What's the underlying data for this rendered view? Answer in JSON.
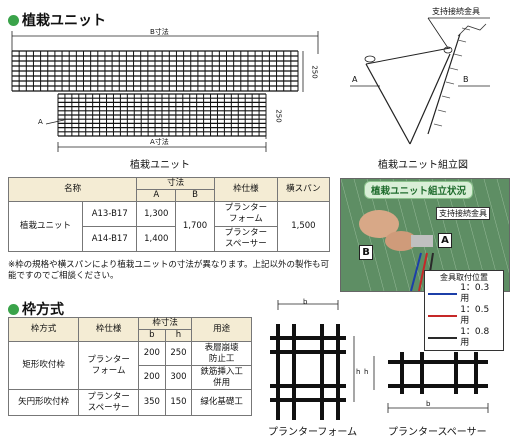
{
  "sections": {
    "planting_unit_title": "植栽ユニット",
    "frame_type_title": "枠方式"
  },
  "figure1": {
    "b_dim": "B寸法",
    "a_dim": "A寸法",
    "dim_250_top": "250",
    "dim_250_bottom": "250",
    "marker_a": "A",
    "caption": "植栽ユニット"
  },
  "figure2": {
    "support_label": "支持接続金具",
    "label_a": "A",
    "label_b": "B",
    "caption": "植栽ユニット組立図"
  },
  "unit_table": {
    "col_name": "名称",
    "col_dim": "寸法",
    "col_a": "A",
    "col_b": "B",
    "col_frame": "枠仕様",
    "col_span": "横スパン",
    "rows": [
      {
        "name": "植栽ユニット",
        "model": "A13-B17",
        "a": "1,300",
        "b": "1,700",
        "frame": "プランター\nフォーム",
        "span": "1,500"
      },
      {
        "model": "A14-B17",
        "a": "1,400",
        "frame": "プランター\nスペーサー"
      }
    ]
  },
  "note": "※枠の規格や横スパンにより植栽ユニットの寸法が異なります。上記以外の製作も可能ですのでご相談ください。",
  "photo": {
    "banner": "植栽ユニット組立状況",
    "support_label": "支持接続金具",
    "label_b": "B",
    "label_a": "A",
    "legend_title": "金具取付位置",
    "legend_rows": [
      "1：0.3 用",
      "1：0.5 用",
      "1：0.8 用"
    ],
    "wire_colors": [
      "#1c3fa8",
      "#c62828",
      "#2a2a2a"
    ]
  },
  "frame_table": {
    "col_method": "枠方式",
    "col_frame": "枠仕様",
    "col_dim": "枠寸法",
    "col_b": "b",
    "col_h": "h",
    "col_use": "用途",
    "rows": [
      {
        "method": "矩形吹付枠",
        "frame": "プランター\nフォーム",
        "b": "200",
        "h": "250",
        "use": "表層崩壊\n防止工"
      },
      {
        "b": "200",
        "h": "300",
        "use": "鉄筋挿入工\n併用"
      },
      {
        "method": "矢円形吹付枠",
        "frame": "プランター\nスペーサー",
        "b": "350",
        "h": "150",
        "use": "緑化基礎工"
      }
    ]
  },
  "diagrams": {
    "form_b": "b",
    "form_h": "h",
    "form_caption": "プランターフォーム",
    "spacer_h": "h",
    "spacer_b": "b",
    "spacer_caption": "プランタースペーサー"
  }
}
